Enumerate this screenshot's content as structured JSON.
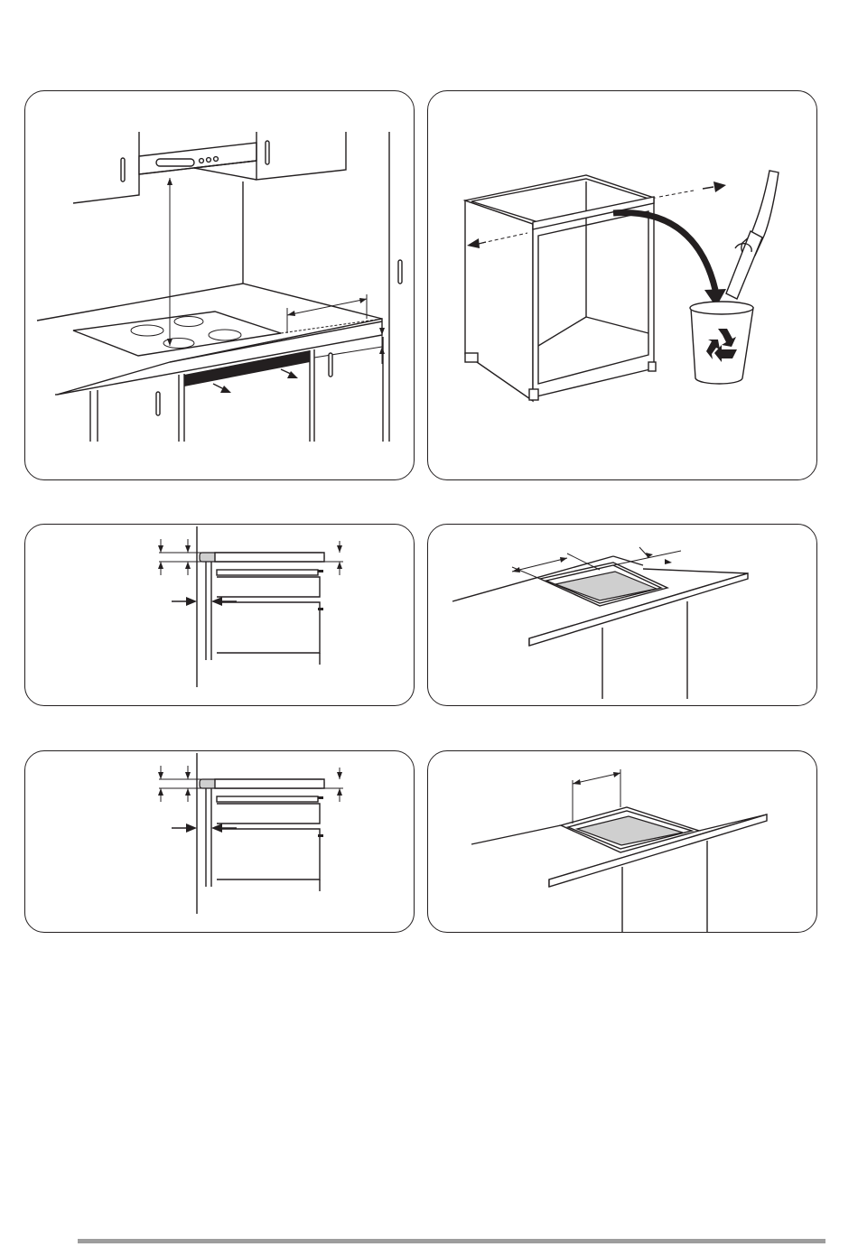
{
  "page": {
    "colors": {
      "line": "#231f20",
      "background": "#ffffff",
      "fill_grey": "#cfcfcf",
      "footer_rule": "#9d9d9d"
    }
  },
  "figures": [
    {
      "id": "hob-installation-overview",
      "icons": [
        "cooker-hood-icon",
        "hob-icon",
        "dimension-arrow-icon",
        "drawer-panel-removal-arrow-icon"
      ]
    },
    {
      "id": "remove-cabinet-rail",
      "icons": [
        "cabinet-icon",
        "screw-removal-arrow-icon",
        "hand-icon",
        "recycle-bin-icon"
      ]
    },
    {
      "id": "side-section-drawer-unit-a",
      "icons": [
        "dimension-arrow-icon"
      ]
    },
    {
      "id": "worktop-cutout-a",
      "icons": [
        "dimension-arrow-icon"
      ]
    },
    {
      "id": "side-section-drawer-unit-b",
      "icons": [
        "dimension-arrow-icon"
      ]
    },
    {
      "id": "worktop-cutout-b",
      "icons": [
        "dimension-arrow-icon"
      ]
    }
  ]
}
